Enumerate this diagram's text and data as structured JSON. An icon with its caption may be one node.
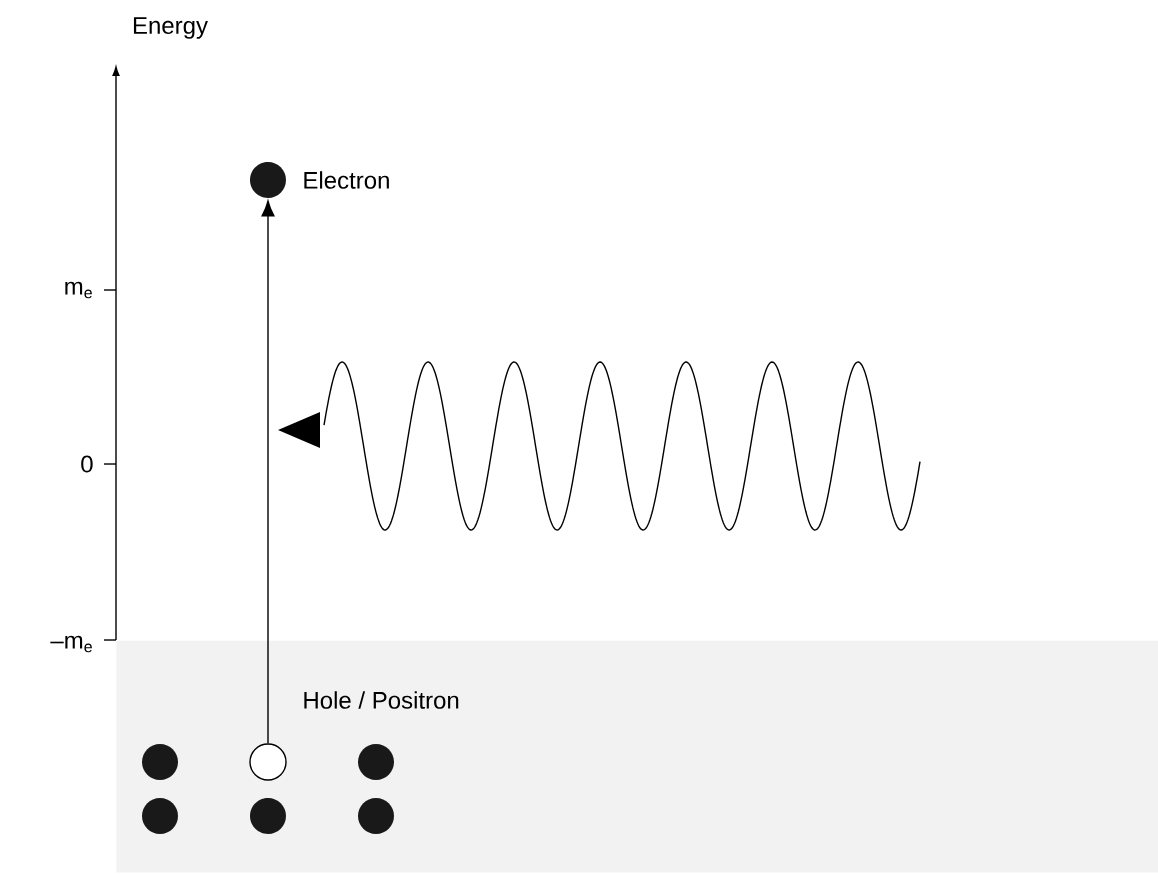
{
  "diagram": {
    "nodes": [
      {
        "text": [],
        "shape": "circle",
        "beside": [
          "Electron"
        ]
      },
      {
        "text": [],
        "shape": "box"
      },
      {
        "text": [],
        "shape": "circle",
        "in": 1
      },
      {
        "text": [],
        "shape": "circle",
        "in": 1,
        "beside": [
          "Hole / Positron"
        ]
      },
      {
        "text": [],
        "shape": "circle",
        "in": 1
      },
      {
        "text": [],
        "shape": "circle",
        "in": 1
      },
      {
        "text": [],
        "shape": "circle",
        "in": 1
      },
      {
        "text": [],
        "shape": "circle",
        "in": 1
      }
    ],
    "edges": [
      {
        "from": 3,
        "to": 0,
        "arrow": "to"
      }
    ],
    "labels": [
      "Energy",
      "m$_{e}$",
      "0",
      "–m$_{e}$"
    ]
  }
}
